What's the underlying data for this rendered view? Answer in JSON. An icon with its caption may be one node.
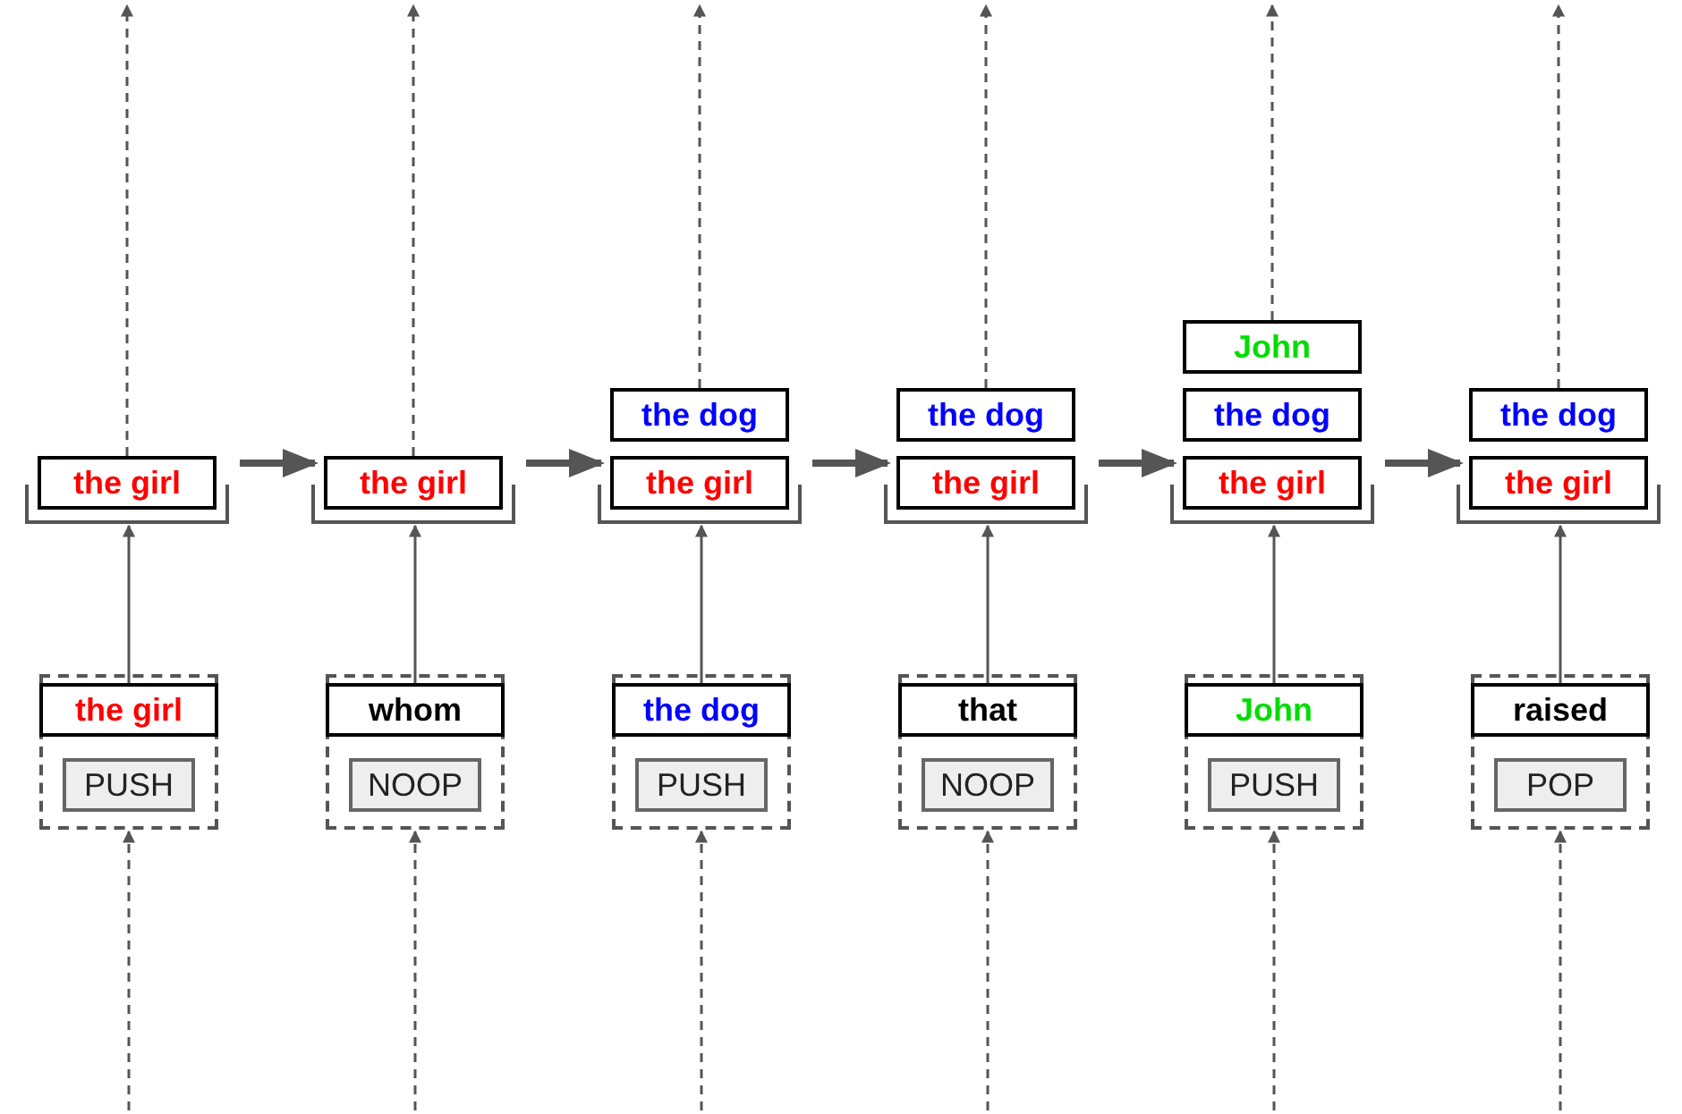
{
  "diagram": {
    "nodes": [
      {
        "text": [],
        "shape": "bracket"
      },
      {
        "text": [
          "the girl"
        ],
        "in": 0
      },
      {
        "text": [],
        "shape": "bracket"
      },
      {
        "text": [
          "the girl"
        ],
        "in": 2
      },
      {
        "text": [],
        "shape": "bracket"
      },
      {
        "text": [
          "the dog"
        ],
        "in": 4
      },
      {
        "text": [
          "the girl"
        ],
        "in": 4
      },
      {
        "text": [],
        "shape": "bracket"
      },
      {
        "text": [
          "the dog"
        ],
        "in": 7
      },
      {
        "text": [
          "the girl"
        ],
        "in": 7
      },
      {
        "text": [],
        "shape": "bracket"
      },
      {
        "text": [
          "John"
        ],
        "in": 10
      },
      {
        "text": [
          "the dog"
        ],
        "in": 10
      },
      {
        "text": [
          "the girl"
        ],
        "in": 10
      },
      {
        "text": [],
        "shape": "bracket"
      },
      {
        "text": [
          "the dog"
        ],
        "in": 14
      },
      {
        "text": [
          "the girl"
        ],
        "in": 14
      },
      {
        "text": [],
        "shape": "box"
      },
      {
        "text": [
          "the girl"
        ],
        "in": 17
      },
      {
        "text": [
          "PUSH"
        ],
        "in": 17
      },
      {
        "text": [],
        "shape": "box"
      },
      {
        "text": [
          "whom"
        ],
        "in": 20
      },
      {
        "text": [
          "NOOP"
        ],
        "in": 20
      },
      {
        "text": [],
        "shape": "box"
      },
      {
        "text": [
          "the dog"
        ],
        "in": 23
      },
      {
        "text": [
          "PUSH"
        ],
        "in": 23
      },
      {
        "text": [],
        "shape": "box"
      },
      {
        "text": [
          "that"
        ],
        "in": 26
      },
      {
        "text": [
          "NOOP"
        ],
        "in": 26
      },
      {
        "text": [],
        "shape": "box"
      },
      {
        "text": [
          "John"
        ],
        "in": 29
      },
      {
        "text": [
          "PUSH"
        ],
        "in": 29
      },
      {
        "text": [],
        "shape": "box"
      },
      {
        "text": [
          "raised"
        ],
        "in": 32
      },
      {
        "text": [
          "POP"
        ],
        "in": 32
      }
    ],
    "edges": [
      {
        "from": null,
        "to": 17,
        "arrow": "to",
        "style": "dashed"
      },
      {
        "from": 18,
        "to": 0,
        "arrow": "to"
      },
      {
        "from": 0,
        "to": null,
        "arrow": "to",
        "style": "dashed"
      },
      {
        "from": 0,
        "to": 2,
        "arrow": "to",
        "style": "thick"
      },
      {
        "from": null,
        "to": 20,
        "arrow": "to",
        "style": "dashed"
      },
      {
        "from": 21,
        "to": 2,
        "arrow": "to"
      },
      {
        "from": 2,
        "to": null,
        "arrow": "to",
        "style": "dashed"
      },
      {
        "from": 2,
        "to": 4,
        "arrow": "to",
        "style": "thick"
      },
      {
        "from": null,
        "to": 23,
        "arrow": "to",
        "style": "dashed"
      },
      {
        "from": 24,
        "to": 4,
        "arrow": "to"
      },
      {
        "from": 4,
        "to": null,
        "arrow": "to",
        "style": "dashed"
      },
      {
        "from": 4,
        "to": 7,
        "arrow": "to",
        "style": "thick"
      },
      {
        "from": null,
        "to": 26,
        "arrow": "to",
        "style": "dashed"
      },
      {
        "from": 27,
        "to": 7,
        "arrow": "to"
      },
      {
        "from": 7,
        "to": null,
        "arrow": "to",
        "style": "dashed"
      },
      {
        "from": 7,
        "to": 10,
        "arrow": "to",
        "style": "thick"
      },
      {
        "from": null,
        "to": 29,
        "arrow": "to",
        "style": "dashed"
      },
      {
        "from": 30,
        "to": 10,
        "arrow": "to"
      },
      {
        "from": 10,
        "to": null,
        "arrow": "to",
        "style": "dashed"
      },
      {
        "from": 10,
        "to": 14,
        "arrow": "to",
        "style": "thick"
      },
      {
        "from": null,
        "to": 32,
        "arrow": "to",
        "style": "dashed"
      },
      {
        "from": 33,
        "to": 14,
        "arrow": "to"
      },
      {
        "from": 14,
        "to": null,
        "arrow": "to",
        "style": "dashed"
      }
    ]
  }
}
